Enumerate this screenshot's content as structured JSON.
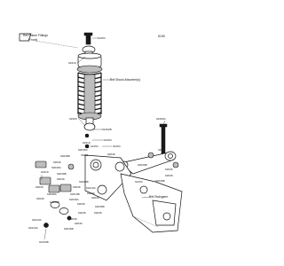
{
  "page_code": "5190",
  "references": {
    "frame_fittings_line1": "Ref.Frame Fittings",
    "frame_fittings_line2": "(Front)",
    "shock_absorber": "Ref.Shock Absorber(s)",
    "swingarm": "Ref.Swingarm"
  },
  "part_numbers": {
    "p_92154_top": "92154",
    "p_92210_top": "92210",
    "p_92200": "92200",
    "p_92152b": "92152B",
    "p_92153": "92153",
    "p_92210_mid": "92210",
    "p_92154_mid": "92154",
    "p_92154_a": "92154",
    "p_92200a": "92200A",
    "p_39111": "39111",
    "p_92046_r1": "92046",
    "p_92046b_r1": "92046B",
    "p_92046_r2": "92046",
    "p_92046_r3": "92046",
    "p_92046b_r2": "92046B",
    "p_92153_bot": "92153",
    "p_92046c": "92046C",
    "p_92046b_l1": "92046B",
    "p_92046_l1": "92046",
    "p_92046a_l1": "92046A",
    "p_92210_l": "92210",
    "p_92049b": "92049B",
    "p_92049_l": "92049",
    "p_92046_l2": "92046",
    "p_92046a_l2": "92046A",
    "p_92046_l3": "92046",
    "p_92046b_l2": "92046B",
    "p_92046_c1": "92046",
    "p_92046b_c1": "92046B",
    "p_92210a": "92210A",
    "p_92046_c2": "92046",
    "p_92210b": "92210B",
    "p_92046a_c": "92046A",
    "p_92046_c3": "92046",
    "p_92039": "92039",
    "p_92046b_c2": "92046B",
    "p_92046_c4": "92046",
    "p_92046_c5": "92046",
    "p_92046_b1": "92046",
    "p_92046_b2": "92046",
    "p_92210a_b": "92210A",
    "p_92046b_b": "92046B",
    "p_92210a_bl": "92210A",
    "p_92154b": "92154B",
    "p_39201": "39201"
  }
}
